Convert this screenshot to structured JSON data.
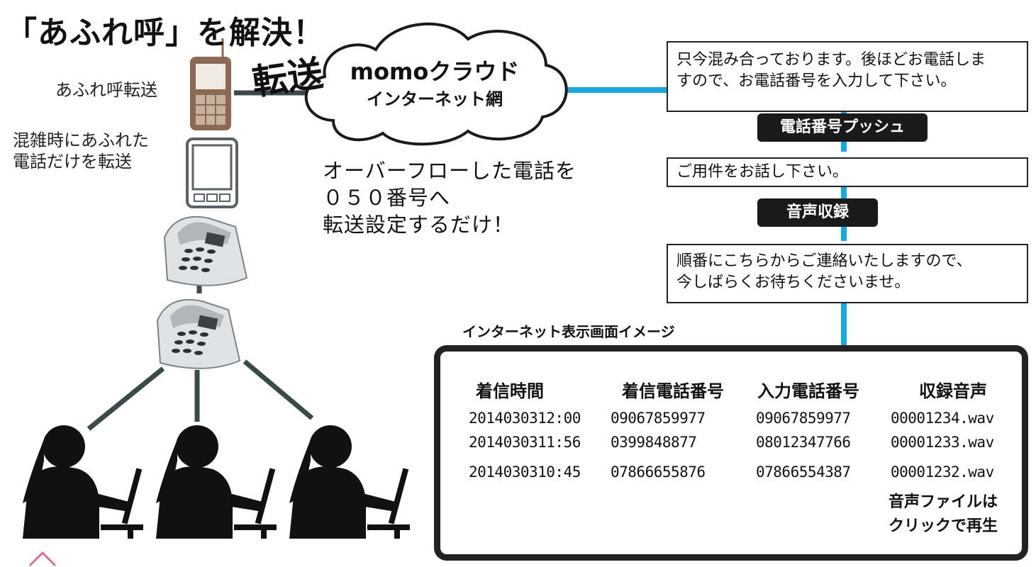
{
  "title": "「あふれ呼」を解決！",
  "transfer_label": "転送",
  "left_labels": {
    "overflow_transfer": "あふれ呼転送",
    "busy_line1": "混雑時にあふれた",
    "busy_line2": "電話だけを転送"
  },
  "cloud": {
    "line1": "momoクラウド",
    "line2": "インターネット網"
  },
  "description": {
    "line1": "オーバーフローした電話を",
    "line2": "０５０番号へ",
    "line3": "転送設定するだけ！"
  },
  "flow": {
    "msg1_line1": "只今混み合っております。後ほどお電話しま",
    "msg1_line2": "すので、お電話番号を入力して下さい。",
    "step1": "電話番号プッシュ",
    "msg2": "ご用件をお話し下さい。",
    "step2": "音声収録",
    "msg3_line1": "順番にこちらからご連絡いたしますので、",
    "msg3_line2": "今しばらくお待ちくださいませ。"
  },
  "screen": {
    "caption": "インターネット表示画面イメージ",
    "headers": [
      "着信時間",
      "着信電話番号",
      "入力電話番号",
      "収録音声"
    ],
    "rows": [
      [
        "2014030312:00",
        "09067859977",
        "09067859977",
        "00001234.wav"
      ],
      [
        "2014030311:56",
        "0399848877",
        "08012347766",
        "00001233.wav"
      ],
      [
        "2014030310:45",
        "07866655876",
        "07866554387",
        "00001232.wav"
      ]
    ],
    "note_line1": "音声ファイルは",
    "note_line2": "クリックで再生"
  },
  "colors": {
    "connector": "#1aa7dd",
    "line": "#3a4a4a",
    "phone_brown": "#8a6a55",
    "dark": "#1a1a1a"
  },
  "icons": [
    "mobile-phone-icon",
    "smartphone-icon",
    "desk-phone-icon",
    "operator-icon",
    "cloud-icon"
  ]
}
